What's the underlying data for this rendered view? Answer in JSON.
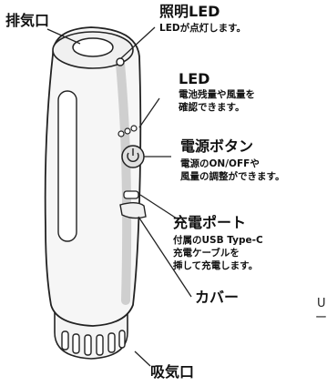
{
  "callouts": {
    "exhaust": {
      "title": "排気口"
    },
    "light": {
      "title": "照明LED",
      "desc": [
        "LEDが点灯します。"
      ]
    },
    "led": {
      "title": "LED",
      "desc": [
        "電池残量や風量を",
        "確認できます。"
      ]
    },
    "power": {
      "title": "電源ボタン",
      "desc": [
        "電源のON/OFFや",
        "風量の調整ができます。"
      ]
    },
    "charge": {
      "title": "充電ポート",
      "desc": [
        "付属のUSB Type-C",
        "充電ケーブルを",
        "挿して充電します。"
      ]
    },
    "cover": {
      "title": "カバー"
    },
    "intake": {
      "title": "吸気口"
    }
  },
  "edge_fragment": {
    "lines": [
      "U",
      "ー"
    ]
  }
}
